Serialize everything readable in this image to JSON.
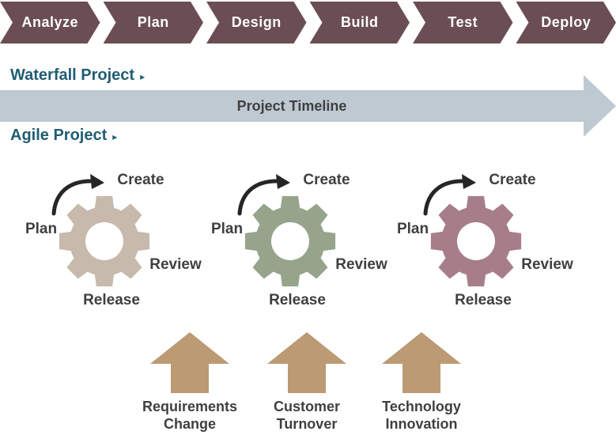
{
  "waterfall": {
    "heading": "Waterfall Project",
    "heading_arrow": "▸",
    "chevron_color": "#6b4e53",
    "stages": [
      "Analyze",
      "Plan",
      "Design",
      "Build",
      "Test",
      "Deploy"
    ]
  },
  "timeline": {
    "label": "Project Timeline",
    "arrow_color": "#bec9d2",
    "text_color": "#3f3f3f"
  },
  "agile": {
    "heading": "Agile Project",
    "heading_arrow": "▸",
    "cycle_arrow_color": "#262626",
    "cycles": [
      {
        "color": "#c7b9ab",
        "steps": {
          "top": "Create",
          "left": "Plan",
          "right": "Review",
          "bottom": "Release"
        }
      },
      {
        "color": "#96a48b",
        "steps": {
          "top": "Create",
          "left": "Plan",
          "right": "Review",
          "bottom": "Release"
        }
      },
      {
        "color": "#a67e89",
        "steps": {
          "top": "Create",
          "left": "Plan",
          "right": "Review",
          "bottom": "Release"
        }
      }
    ]
  },
  "drivers": {
    "arrow_color": "#bc9a73",
    "items": [
      {
        "lines": [
          "Requirements",
          "Change"
        ]
      },
      {
        "lines": [
          "Customer",
          "Turnover"
        ]
      },
      {
        "lines": [
          "Technology",
          "Innovation"
        ]
      }
    ]
  },
  "colors": {
    "heading_text": "#205d72",
    "label_text": "#3f3f3f",
    "stage_text": "#ffffff"
  }
}
